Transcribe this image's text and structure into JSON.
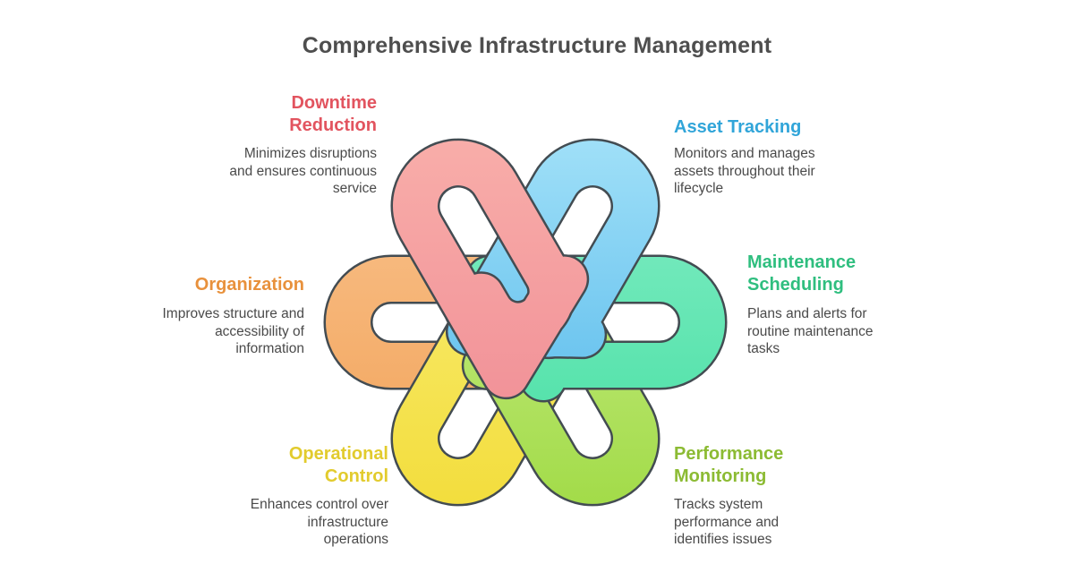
{
  "title": "Comprehensive Infrastructure Management",
  "colors": {
    "title": "#4E4E4E",
    "body": "#4A4A4A",
    "outline": "#434C52",
    "background": "#FFFFFF"
  },
  "sections": [
    {
      "id": "downtime",
      "label": "Downtime\nReduction",
      "description": "Minimizes disruptions\nand ensures continuous\nservice",
      "color": "#E2545F",
      "petal": {
        "light": "#F9B0AB",
        "dark": "#EE8590"
      }
    },
    {
      "id": "asset",
      "label": "Asset Tracking",
      "description": "Monitors and manages\nassets throughout their\nlifecycle",
      "color": "#31A5D9",
      "petal": {
        "light": "#A6E3F9",
        "dark": "#45B0E8"
      }
    },
    {
      "id": "maintenance",
      "label": "Maintenance\nScheduling",
      "description": "Plans and alerts for\nroutine maintenance\ntasks",
      "color": "#2FBE7F",
      "petal": {
        "light": "#8BEFC9",
        "dark": "#3FDD9F"
      }
    },
    {
      "id": "performance",
      "label": "Performance\nMonitoring",
      "description": "Tracks system\nperformance and\nidentifies issues",
      "color": "#8CBB33",
      "petal": {
        "light": "#D3F19C",
        "dark": "#9FDA43"
      }
    },
    {
      "id": "operational",
      "label": "Operational\nControl",
      "description": "Enhances control over\ninfrastructure\noperations",
      "color": "#E2CB2D",
      "petal": {
        "light": "#FBF184",
        "dark": "#F2DC38"
      }
    },
    {
      "id": "organization",
      "label": "Organization",
      "description": "Improves structure and\naccessibility of\ninformation",
      "color": "#E8913C",
      "petal": {
        "light": "#FAC693",
        "dark": "#F19F53"
      }
    }
  ]
}
